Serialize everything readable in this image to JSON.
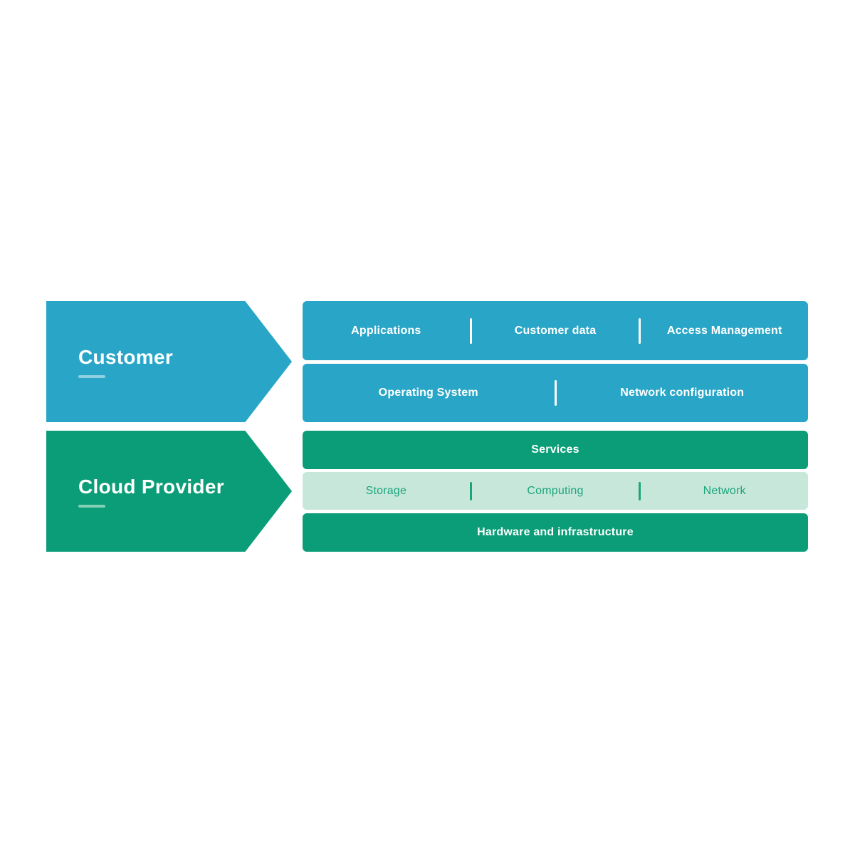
{
  "colors": {
    "blue": "#29a6c7",
    "green": "#0a9d77",
    "light_green": "#c8e7db",
    "green_text": "#1ba57c",
    "underline_blue": "#8ed0e0",
    "underline_green": "#84cfb6"
  },
  "customer": {
    "label": "Customer",
    "rows": [
      {
        "cells": [
          "Applications",
          "Customer data",
          "Access Management"
        ]
      },
      {
        "cells": [
          "Operating System",
          "Network configuration"
        ]
      }
    ]
  },
  "cloud_provider": {
    "label": "Cloud Provider",
    "rows": [
      {
        "cells": [
          "Services"
        ]
      },
      {
        "cells": [
          "Storage",
          "Computing",
          "Network"
        ]
      },
      {
        "cells": [
          "Hardware and infrastructure"
        ]
      }
    ]
  }
}
